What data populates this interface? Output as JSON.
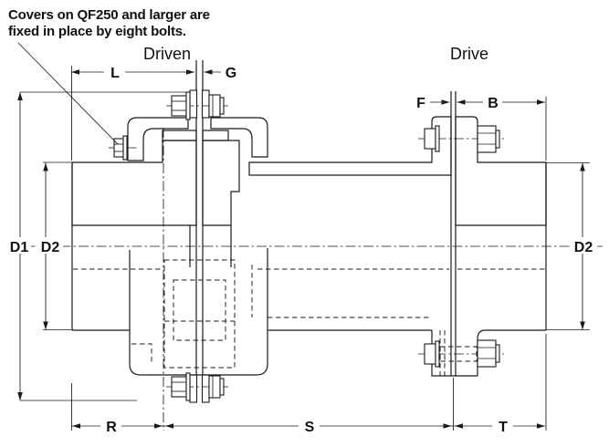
{
  "drawing": {
    "annotation": {
      "line1": "Covers on QF250 and larger are",
      "line2": "fixed in place by eight bolts."
    },
    "side_labels": {
      "left": "Driven",
      "right": "Drive"
    },
    "dims": {
      "L": "L",
      "G": "G",
      "F": "F",
      "B": "B",
      "D1": "D1",
      "D2_left": "D2",
      "D2_right": "D2",
      "R": "R",
      "S": "S",
      "T": "T"
    },
    "colors": {
      "ink": "#1a1a1a",
      "paper": "#ffffff"
    }
  }
}
